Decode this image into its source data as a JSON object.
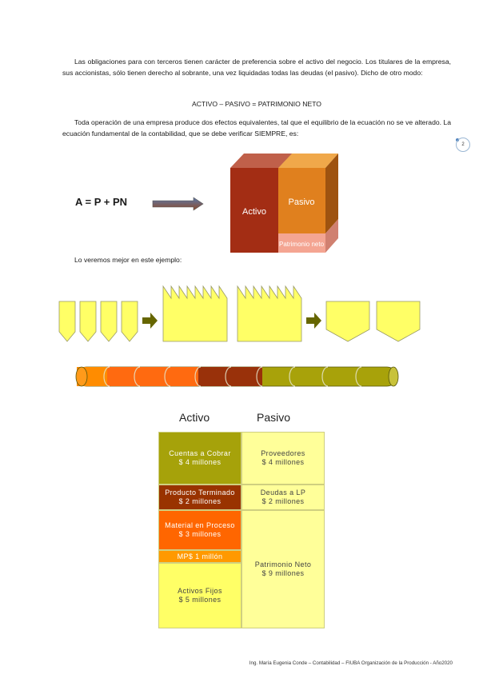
{
  "text": {
    "p1": "Las obligaciones para con terceros tienen carácter de preferencia sobre el activo del negocio. Los titulares de la empresa, sus accionistas, sólo tienen derecho al sobrante, una vez liquidadas todas las deudas (el pasivo). Dicho de otro modo:",
    "formula": "ACTIVO – PASIVO = PATRIMONIO NETO",
    "p2": "Toda operación de una empresa produce dos efectos equivalentes, tal que el equilibrio de la ecuación no se ve alterado. La ecuación fundamental de la contabilidad, que se debe verificar SIEMPRE, es:",
    "equation": "A = P + PN",
    "p3": "Lo veremos mejor en este ejemplo:",
    "page_number": "2",
    "footer": "Ing. María Eugenia Conde – Contabilidad – FIUBA Organización de la Producción - Año2020"
  },
  "cube": {
    "activo": "Activo",
    "pasivo": "Pasivo",
    "patrimonio": "Patrimonio neto"
  },
  "balance": {
    "activo_header": "Activo",
    "pasivo_header": "Pasivo",
    "activo_items": [
      {
        "line1": "Cuentas a Cobrar",
        "line2": "$ 4 millones"
      },
      {
        "line1": "Producto Terminado",
        "line2": "$ 2 millones"
      },
      {
        "line1": "Material en Proceso",
        "line2": "$ 3 millones"
      },
      {
        "line1": "MP$ 1 millón",
        "line2": ""
      },
      {
        "line1": "Activos Fijos",
        "line2": "$ 5 millones"
      }
    ],
    "pasivo_items": [
      {
        "line1": "Proveedores",
        "line2": "$ 4 millones"
      },
      {
        "line1": "Deudas a LP",
        "line2": "$ 2 millones"
      },
      {
        "line1": "Patrimonio Neto",
        "line2": "$ 9 millones"
      }
    ]
  },
  "colors": {
    "olive": "#a6a20a",
    "dark_red": "#993300",
    "orange": "#ff6600",
    "light_orange": "#ff9900",
    "yellow": "#ffff66",
    "light_yellow": "#ffff99",
    "arrow": "#666600"
  }
}
